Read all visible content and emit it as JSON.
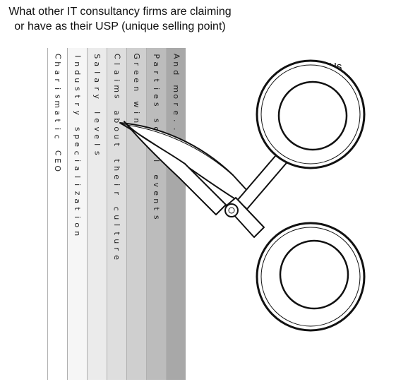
{
  "title": {
    "line1": "What other IT consultancy firms are claiming",
    "line2": "or have as their USP (unique selling point)"
  },
  "strips": [
    {
      "text": "Charismatic CEO",
      "color": "#ffffff"
    },
    {
      "text": "Industry specialization",
      "color": "#f6f6f6"
    },
    {
      "text": "Salary levels",
      "color": "#ebebeb"
    },
    {
      "text": "Claims about their culture",
      "color": "#dedede"
    },
    {
      "text": "Green wing",
      "color": "#cfcfcf"
    },
    {
      "text": "Parties social events",
      "color": "#bcbcbc"
    },
    {
      "text": "And more...",
      "color": "#a8a8a8"
    }
  ],
  "us_label": "Us",
  "icons": {
    "cutter": "scissors-icon"
  }
}
